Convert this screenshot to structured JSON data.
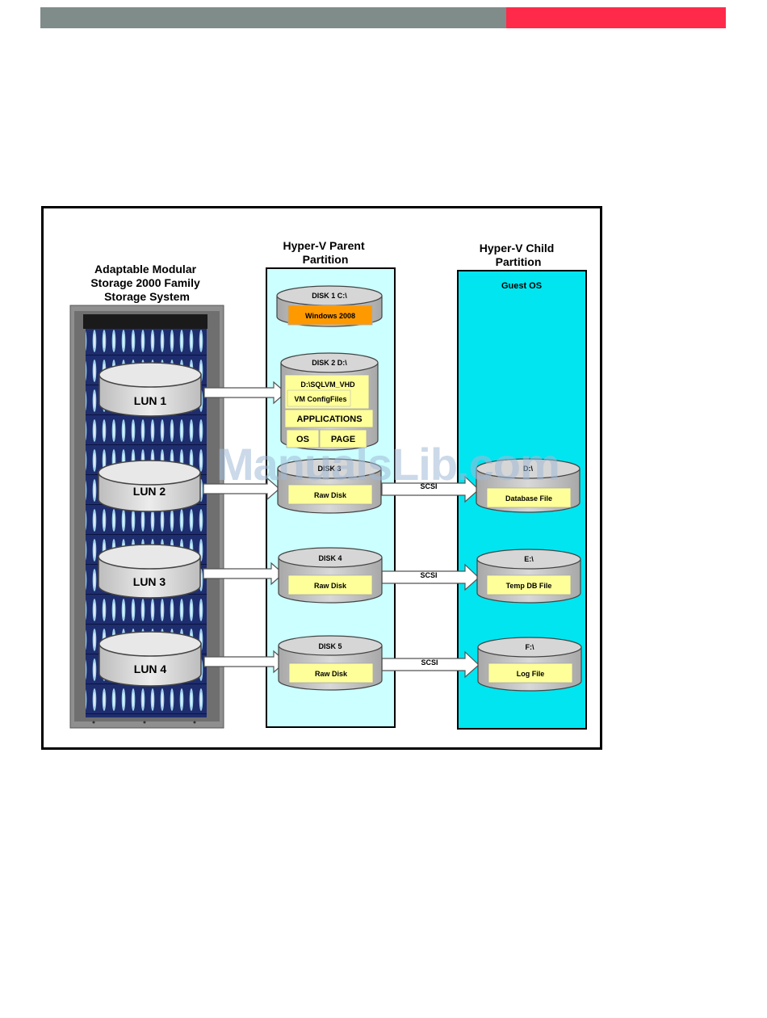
{
  "storage": {
    "title_lines": [
      "Adaptable Modular",
      "Storage 2000 Family",
      "Storage System"
    ],
    "luns": [
      "LUN 1",
      "LUN 2",
      "LUN 3",
      "LUN 4"
    ]
  },
  "parent": {
    "title_lines": [
      "Hyper-V Parent",
      "Partition"
    ],
    "disk1": {
      "title": "DISK 1 C:\\",
      "label": "Windows 2008"
    },
    "disk2": {
      "title": "DISK 2 D:\\",
      "items": [
        "D:\\SQLVM_VHD",
        "VM ConfigFiles",
        "APPLICATIONS",
        "OS",
        "PAGE"
      ]
    },
    "raw_disks": [
      {
        "title": "DISK 3",
        "label": "Raw Disk"
      },
      {
        "title": "DISK 4",
        "label": "Raw Disk"
      },
      {
        "title": "DISK 5",
        "label": "Raw Disk"
      }
    ]
  },
  "child": {
    "title_lines": [
      "Hyper-V Child",
      "Partition"
    ],
    "guest_os": "Guest OS",
    "disks": [
      {
        "title": "D:\\",
        "label": "Database File"
      },
      {
        "title": "E:\\",
        "label": "Temp DB File"
      },
      {
        "title": "F:\\",
        "label": "Log File"
      }
    ]
  },
  "connector_label": "SCSI",
  "watermark": "ManualsLib.com",
  "colors": {
    "gray_bar": "#7f8c8a",
    "red_bar": "#ff2a4a",
    "parent_fill": "#ccffff",
    "child_fill": "#00e5f0",
    "label_fill": "#ffff99",
    "windows_fill": "#ff9900",
    "disk_fill": "#c0c0c0"
  }
}
